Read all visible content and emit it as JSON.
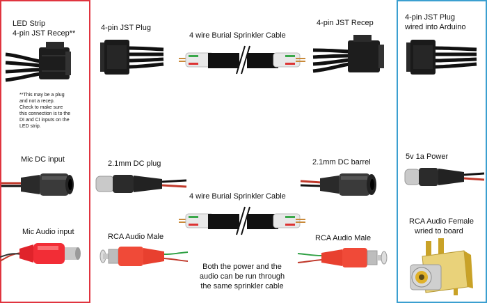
{
  "left_panel": {
    "led_strip_title_line1": "LED Strip",
    "led_strip_title_line2": "4-pin JST Recep**",
    "note_lines": [
      "**This may be a plug",
      "and not a recep.",
      "Check to make sure",
      "this connection is to the",
      "DI and CI inputs on the",
      "LED strip."
    ],
    "mic_dc_label": "Mic DC input",
    "mic_audio_label": "Mic Audio input",
    "border_color": "#e0343f"
  },
  "middle": {
    "jst_plug_label": "4-pin JST Plug",
    "cable_top_label": "4 wire Burial Sprinkler Cable",
    "jst_recep_label": "4-pin JST Recep",
    "dc_plug_label": "2.1mm DC plug",
    "dc_barrel_label": "2.1mm DC barrel",
    "cable_bottom_label": "4 wire Burial Sprinkler Cable",
    "rca_male_left_label": "RCA Audio Male",
    "rca_male_right_label": "RCA Audio Male",
    "caption_lines": [
      "Both the power and the",
      "audio can be run through",
      "the same sprinkler cable"
    ]
  },
  "right_panel": {
    "arduino_line1": "4-pin JST Plug",
    "arduino_line2": "wired into Arduino",
    "power_label": "5v 1a Power",
    "rca_female_line1": "RCA Audio Female",
    "rca_female_line2": "wried to board",
    "border_color": "#3b9fd0"
  }
}
